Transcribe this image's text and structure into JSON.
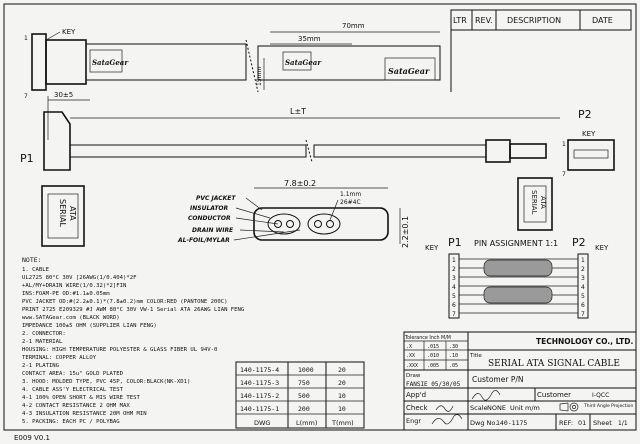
{
  "revision_table": {
    "headers": [
      "LTR",
      "REV.",
      "DESCRIPTION",
      "DATE"
    ]
  },
  "labels": {
    "key_top": "KEY",
    "dim_70": "70mm",
    "dim_35": "35mm",
    "dim_15": "15mm",
    "dim_30": "30±5",
    "dim_LT": "L±T",
    "p1": "P1",
    "p2": "P2",
    "key_p2": "KEY",
    "pin_1": "1",
    "pin_7": "7",
    "brand": "SataGear",
    "connector_text_1": "SERIAL",
    "connector_text_2": "ATA",
    "dim_78": "7.8±0.2",
    "dim_22": "2.2±0.1",
    "dim_11": "1.1mm",
    "dim_26": "26#4C",
    "layers": [
      "PVC JACKET",
      "INSULATOR",
      "CONDUCTOR",
      "DRAIN WIRE",
      "AL-FOIL/MYLAR"
    ],
    "pin_assignment": "PIN ASSIGNMENT 1:1",
    "key_left": "KEY",
    "key_right": "KEY",
    "pin_numbers": [
      "1",
      "2",
      "3",
      "4",
      "5",
      "6",
      "7"
    ]
  },
  "notes": {
    "title": "NOTE:",
    "lines": [
      "1. CABLE",
      "   UL2725 80°C 30V [26AWG(1/0.404)*2F",
      "   +AL/MY+DRAIN WIRE(1/0.32)*2]FIN",
      "   INS:FOAM-PE OD:#1.1±0.05mm",
      "   PVC JACKET OD:#(2.2±0.1)*(7.8±0.2)mm COLOR:RED (PANTONE 200C)",
      "   PRINT 2725 E209329 #J AWM 80°C 30V VW-1 Serial ATA 26AWG LIAN FENG",
      "   www.SATAGear.com (BLACK WORD)",
      "   IMPEDANCE 100±5 OHM (SUPPLIER LIAN FENG)",
      "2. CONNECTOR:",
      "   2-1 MATERIAL",
      "       HOUSING: HIGH TEMPERATURE POLYESTER & GLASS FIBER UL 94V-0",
      "       TERMINAL: COPPER ALLOY",
      "   2-1 PLATING",
      "       CONTACT AREA: 15u\" GOLD PLATED",
      "3. HOOD: MOLDED TYPE, PVC 45P, COLOR:BLACK(NK-XD1)",
      "4. CABLE ASS'Y ELECTRICAL TEST",
      "   4-1 100% OPEN SHORT & MIS WIRE TEST",
      "   4-2 CONTACT RESISTANCE 2 OHM MAX",
      "   4-3 INSULATION RESISTANCE 20M OHM MIN",
      "5. PACKING: EACH PC / POLYBAG"
    ]
  },
  "dwg_table": {
    "headers": [
      "DWG",
      "L(mm)",
      "T(mm)"
    ],
    "rows": [
      [
        "140-1175-4",
        "1000",
        "20"
      ],
      [
        "140-1175-3",
        "750",
        "20"
      ],
      [
        "140-1175-2",
        "500",
        "10"
      ],
      [
        "140-1175-1",
        "200",
        "10"
      ]
    ]
  },
  "tolerance": {
    "header": "Tolerance  Inch  M/M",
    "rows": [
      [
        ".X",
        ".015",
        ".30"
      ],
      [
        ".XX",
        ".010",
        ".10"
      ],
      [
        ".XXX",
        ".005",
        ".05"
      ]
    ]
  },
  "title_block": {
    "company": "TECHNOLOGY CO., LTD.",
    "title_label": "Title",
    "title_value": "SERIAL ATA SIGNAL CABLE",
    "drawn_label": "Draw",
    "drawn_value": "FANSIE 05/30/05",
    "customer_pn_label": "Customer P/N",
    "appd_label": "App'd",
    "customer_label": "Customer",
    "customer_value": "I-QCC",
    "check_label": "Check",
    "scale_label": "Scale",
    "scale_value": "NONE",
    "unit_label": "Unit",
    "unit_value": "m/m",
    "projection_label": "Third Angle Projection",
    "engr_label": "Engr",
    "dwg_no_label": "Dwg No.",
    "dwg_no_value": "140-1175",
    "rev_label": "REF:",
    "rev_value": "01",
    "sheet_label": "Sheet",
    "sheet_value": "1/1"
  },
  "footer": {
    "form_no": "E009  V0.1"
  }
}
